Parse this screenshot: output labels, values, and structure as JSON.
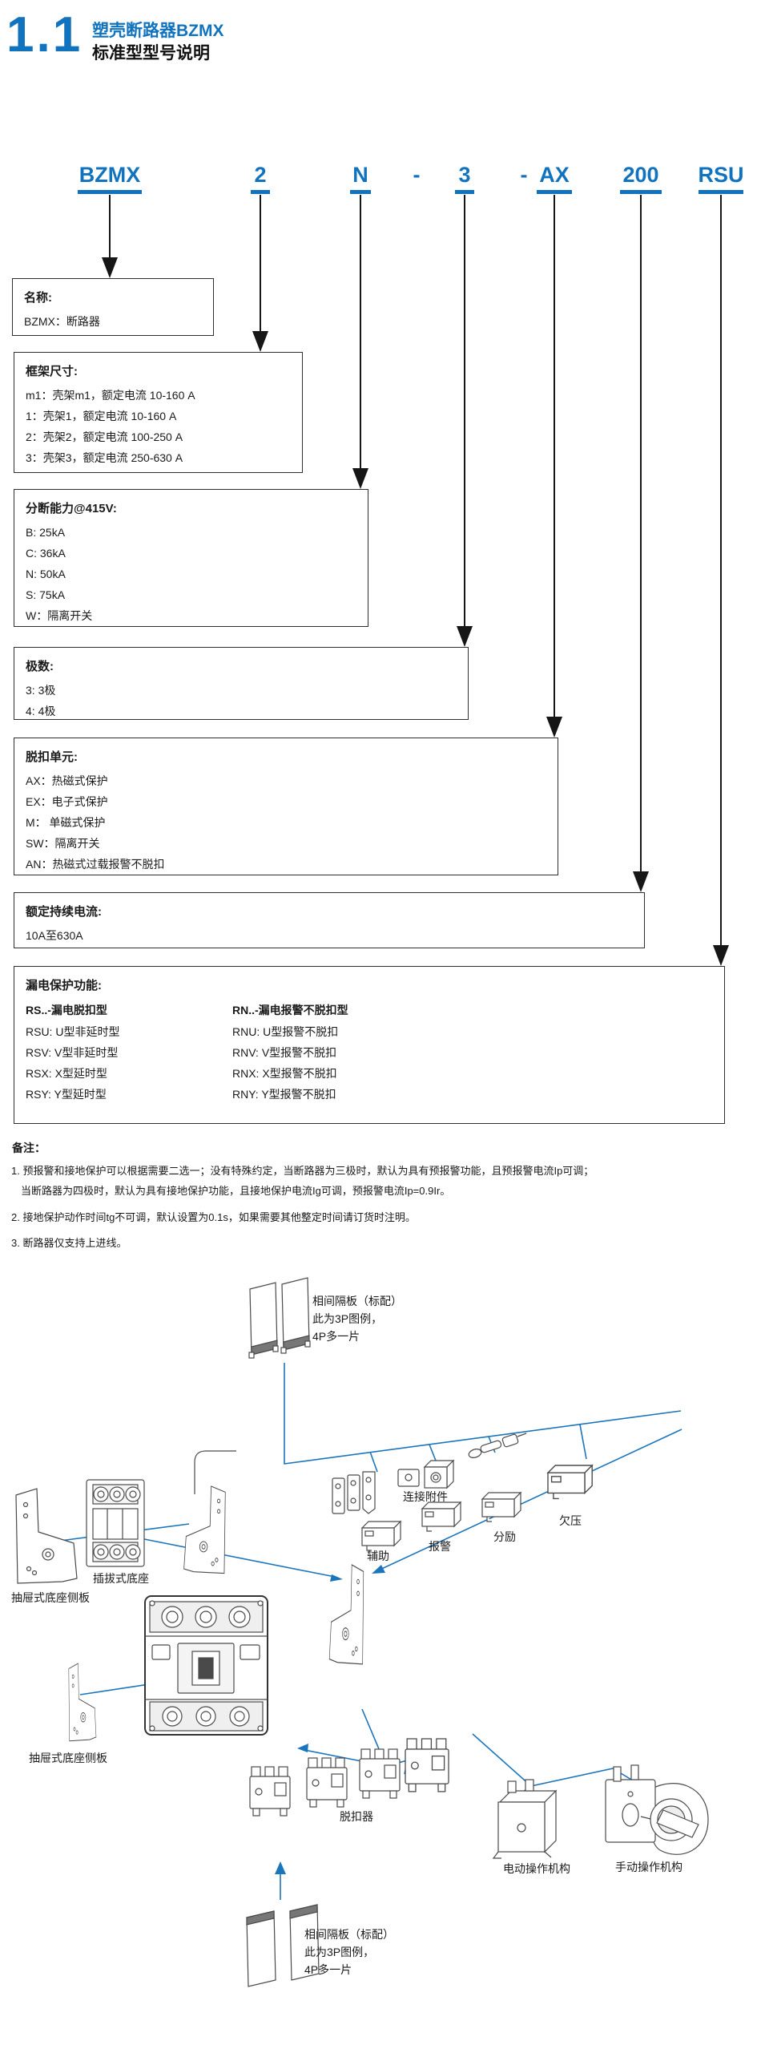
{
  "header": {
    "section_number": "1.1",
    "title_line1": "塑壳断路器BZMX",
    "title_line2": "标准型型号说明"
  },
  "model_code": {
    "segments": [
      {
        "text": "BZMX"
      },
      {
        "text": "2"
      },
      {
        "text": "N"
      },
      {
        "text": "-"
      },
      {
        "text": "3"
      },
      {
        "text": "-"
      },
      {
        "text": "AX"
      },
      {
        "text": "200"
      },
      {
        "text": "RSU"
      }
    ]
  },
  "boxes": [
    {
      "title": "名称:",
      "lines": [
        "BZMX：断路器"
      ]
    },
    {
      "title": "框架尺寸:",
      "lines": [
        "m1：壳架m1，额定电流 10-160 A",
        "1：壳架1，额定电流 10-160 A",
        "2：壳架2，额定电流 100-250 A",
        "3：壳架3，额定电流 250-630 A"
      ]
    },
    {
      "title": "分断能力@415V:",
      "lines": [
        "B: 25kA",
        "C: 36kA",
        "N: 50kA",
        "S: 75kA",
        "W：隔离开关"
      ]
    },
    {
      "title": "极数:",
      "lines": [
        "3: 3极",
        "4: 4极"
      ]
    },
    {
      "title": "脱扣单元:",
      "lines": [
        "AX：热磁式保护",
        "EX：电子式保护",
        "M： 单磁式保护",
        "SW：隔离开关",
        "AN：热磁式过载报警不脱扣"
      ]
    },
    {
      "title": "额定持续电流:",
      "lines": [
        "10A至630A"
      ]
    },
    {
      "title": "漏电保护功能:",
      "left_header": "RS..-漏电脱扣型",
      "left_lines": [
        "RSU: U型非延时型",
        "RSV: V型非延时型",
        "RSX: X型延时型",
        "RSY: Y型延时型"
      ],
      "right_header": "RN..-漏电报警不脱扣型",
      "right_lines": [
        "RNU: U型报警不脱扣",
        "RNV: V型报警不脱扣",
        "RNX: X型报警不脱扣",
        "RNY: Y型报警不脱扣"
      ]
    }
  ],
  "notes": {
    "label": "备注：",
    "item1_line1": "1. 预报警和接地保护可以根据需要二选一；没有特殊约定，当断路器为三极时，默认为具有预报警功能，且预报警电流Ip可调；",
    "item1_line2": "当断路器为四极时，默认为具有接地保护功能，且接地保护电流Ig可调，预报警电流Ip=0.9Ir。",
    "item2": "2. 接地保护动作时间tg不可调，默认设置为0.1s，如果需要其他整定时间请订货时注明。",
    "item3": "3. 断路器仅支持上进线。"
  },
  "diagram": {
    "labels": {
      "phase_plate_top": "相间隔板（标配）\n此为3P图例，\n4P多一片",
      "connector": "连接附件",
      "undervoltage": "欠压",
      "auxiliary": "辅助",
      "alarm": "报警",
      "shunt": "分励",
      "plug_in_base": "插拔式底座",
      "drawer_side_plate_1": "抽屉式底座侧板",
      "drawer_side_plate_2": "抽屉式底座侧板",
      "trip_unit": "脱扣器",
      "motor_operator": "电动操作机构",
      "manual_operator": "手动操作机构",
      "phase_plate_bottom": "相间隔板（标配）\n此为3P图例，\n4P多一片"
    }
  },
  "colors": {
    "accent_blue": "#1173BD",
    "connector_line_blue": "#1B75BC",
    "box_border": "#2e2e2e",
    "text": "#1a1a1a"
  }
}
